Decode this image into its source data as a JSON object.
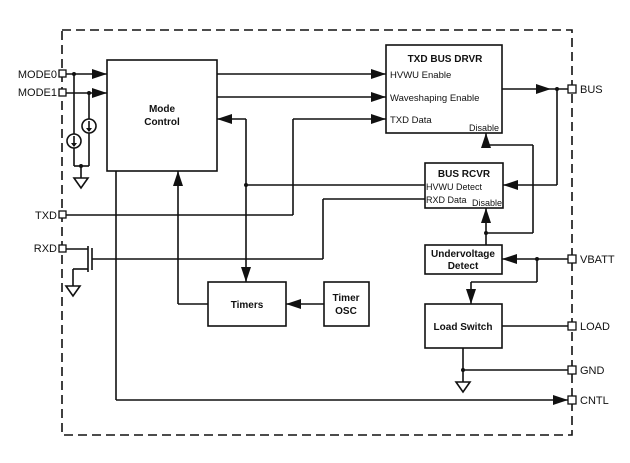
{
  "diagram": {
    "pins_left": {
      "mode0": "MODE0",
      "mode1": "MODE1",
      "txd": "TXD",
      "rxd": "RXD"
    },
    "pins_right": {
      "bus": "BUS",
      "vbatt": "VBATT",
      "load": "LOAD",
      "gnd": "GND",
      "cntl": "CNTL"
    },
    "blocks": {
      "mode_control": {
        "line1": "Mode",
        "line2": "Control"
      },
      "txd_bus_drvr": {
        "title": "TXD BUS DRVR",
        "inputs": [
          "HVWU Enable",
          "Waveshaping Enable",
          "TXD  Data"
        ],
        "disable": "Disable"
      },
      "bus_rcvr": {
        "title": "BUS RCVR",
        "outputs": [
          "HVWU Detect",
          "RXD Data"
        ],
        "disable": "Disable"
      },
      "undervoltage_detect": {
        "line1": "Undervoltage",
        "line2": "Detect"
      },
      "timers": {
        "label": "Timers"
      },
      "timer_osc": {
        "line1": "Timer",
        "line2": "OSC"
      },
      "load_switch": {
        "label": "Load Switch"
      }
    }
  }
}
